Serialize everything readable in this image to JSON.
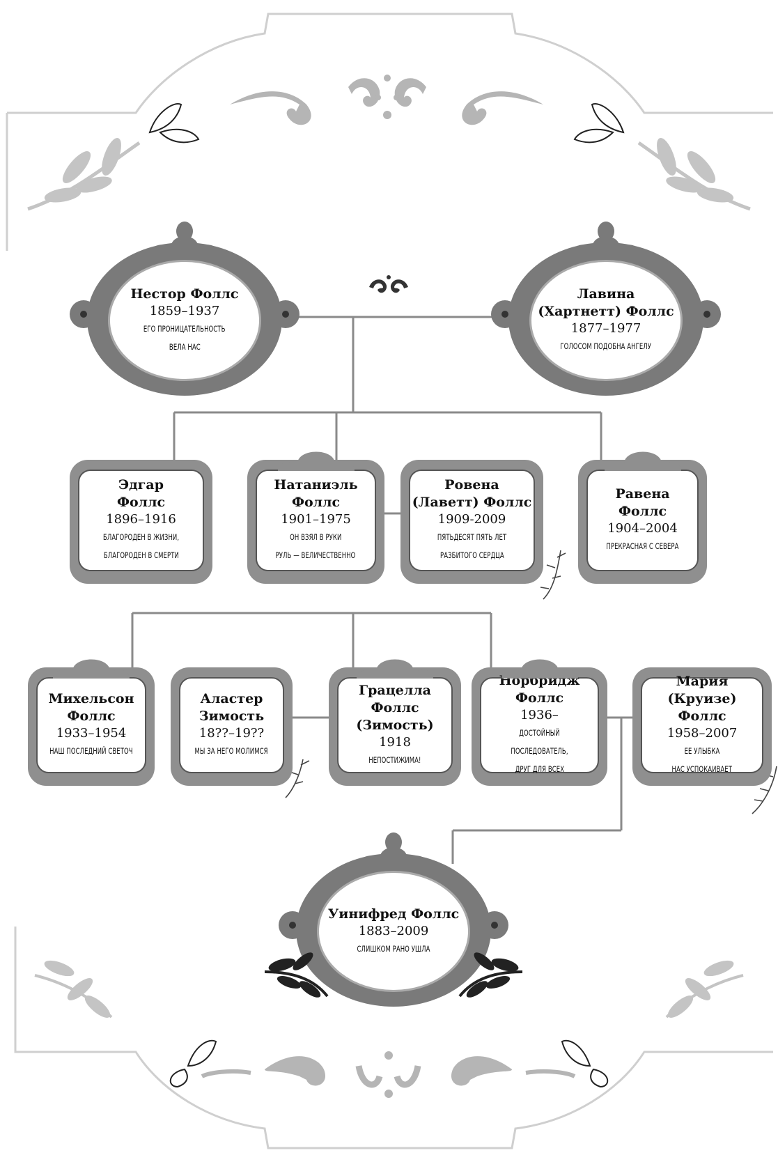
{
  "tree": {
    "nestor": {
      "name": "Нестор Фоллс",
      "years": "1859–1937",
      "epitaph": [
        "Его проницательность",
        "вела нас"
      ]
    },
    "lavina": {
      "name": [
        "Лавина",
        "(Хартнетт) Фоллс"
      ],
      "years": "1877–1977",
      "epitaph": [
        "Голосом подобна ангелу"
      ]
    },
    "edgar": {
      "name": [
        "Эдгар",
        "Фоллс"
      ],
      "years": "1896–1916",
      "epitaph": [
        "Благороден в жизни,",
        "благороден в смерти"
      ]
    },
    "nathaniel": {
      "name": [
        "Натаниэль",
        "Фоллс"
      ],
      "years": "1901–1975",
      "epitaph": [
        "Он взял в руки",
        "руль — величественно"
      ]
    },
    "rowena": {
      "name": [
        "Ровена",
        "(Лаветт) Фоллс"
      ],
      "years": "1909-2009",
      "epitaph": [
        "Пятьдесят пять лет",
        "разбитого сердца"
      ]
    },
    "ravena": {
      "name": [
        "Равена",
        "Фоллс"
      ],
      "years": "1904–2004",
      "epitaph": [
        "Прекрасная с севера"
      ]
    },
    "mikhelson": {
      "name": [
        "Михельсон",
        "Фоллс"
      ],
      "years": "1933–1954",
      "epitaph": [
        "Наш последний светоч"
      ]
    },
    "alaster": {
      "name": [
        "Аластер",
        "Зимость"
      ],
      "years": "18??–19??",
      "epitaph": [
        "Мы за него молимся"
      ]
    },
    "gracella": {
      "name": [
        "Грацелла",
        "Фоллс",
        "(Зимость)"
      ],
      "years": "1918",
      "epitaph": [
        "Непостижима!"
      ]
    },
    "norbridge": {
      "name": [
        "Норбридж",
        "Фоллс"
      ],
      "years": "1936–",
      "epitaph": [
        "Достойный последователь,",
        "друг для всех"
      ]
    },
    "maria": {
      "name": [
        "Мария (Круизе)",
        "Фоллс"
      ],
      "years": "1958–2007",
      "epitaph": [
        "Ее улыбка",
        "нас успокаивает"
      ]
    },
    "winifred": {
      "name": "Уинифред Фоллс",
      "years": "1883–2009",
      "epitaph": [
        "Слишком рано ушла"
      ]
    }
  },
  "colors": {
    "frame": "#8f8f8f",
    "oval": "#7a7a7a",
    "line": "#8a8a8a",
    "ornament": "#b5b5b5",
    "border": "#cfcfcf",
    "leaf_dark": "#222222"
  }
}
